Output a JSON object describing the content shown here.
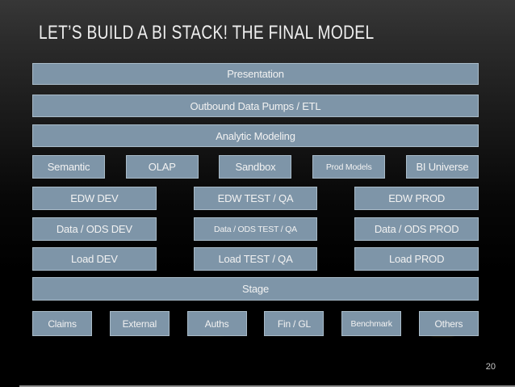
{
  "slide": {
    "title": "LET’S BUILD A BI STACK! THE FINAL MODEL",
    "page_number": "20"
  },
  "colors": {
    "box_fill": "#7e95a8",
    "box_border": "#a9bbc8",
    "box_text": "#f2f2f2",
    "title_text": "#efefef",
    "glow_accent": "#c9a43e"
  },
  "stack": {
    "rows": [
      {
        "name": "presentation",
        "boxes": [
          {
            "label": "Presentation"
          }
        ]
      },
      {
        "name": "outbound-etl",
        "boxes": [
          {
            "label": "Outbound Data Pumps / ETL"
          }
        ]
      },
      {
        "name": "analytic-modeling",
        "boxes": [
          {
            "label": "Analytic Modeling"
          }
        ]
      },
      {
        "name": "semantic-layer",
        "boxes": [
          {
            "label": "Semantic"
          },
          {
            "label": "OLAP"
          },
          {
            "label": "Sandbox"
          },
          {
            "label": "Prod Models",
            "small": true
          },
          {
            "label": "BI Universe"
          }
        ]
      },
      {
        "name": "edw",
        "boxes": [
          {
            "label": "EDW DEV"
          },
          {
            "label": "EDW TEST / QA"
          },
          {
            "label": "EDW PROD"
          }
        ]
      },
      {
        "name": "data-ods",
        "boxes": [
          {
            "label": "Data / ODS DEV"
          },
          {
            "label": "Data / ODS TEST / QA",
            "small": true
          },
          {
            "label": "Data / ODS PROD"
          }
        ]
      },
      {
        "name": "load",
        "boxes": [
          {
            "label": "Load DEV"
          },
          {
            "label": "Load TEST / QA"
          },
          {
            "label": "Load PROD"
          }
        ]
      },
      {
        "name": "stage",
        "boxes": [
          {
            "label": "Stage"
          }
        ]
      },
      {
        "name": "sources",
        "boxes": [
          {
            "label": "Claims"
          },
          {
            "label": "External"
          },
          {
            "label": "Auths"
          },
          {
            "label": "Fin / GL"
          },
          {
            "label": "Benchmark",
            "small": true
          },
          {
            "label": "Others"
          }
        ]
      }
    ]
  }
}
